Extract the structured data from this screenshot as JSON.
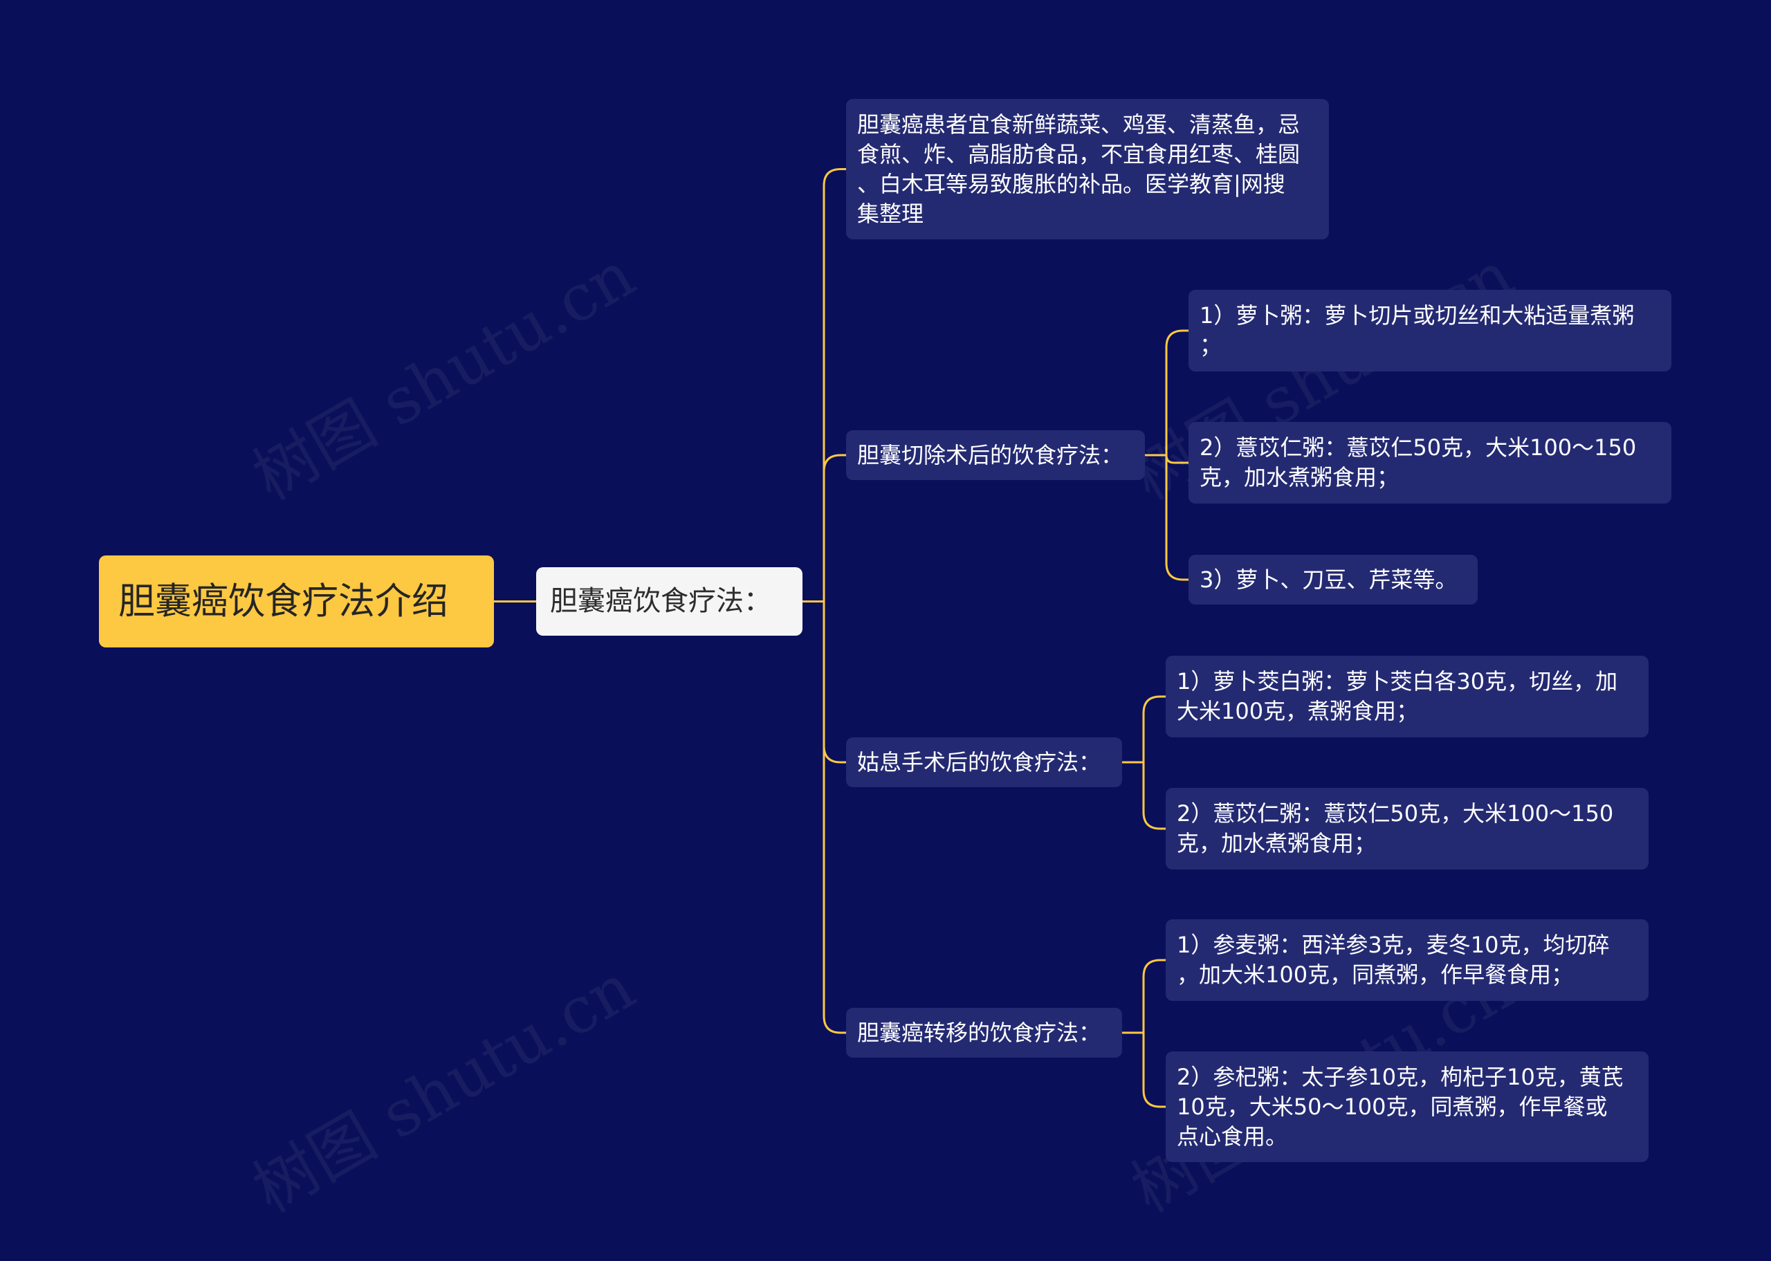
{
  "colors": {
    "background": "#0a0f59",
    "connector": "#fdc842",
    "root_fill": "#fdc842",
    "center_fill": "#f5f5f5",
    "leaf_fill": "#242a72"
  },
  "mindmap": {
    "root": "胆囊癌饮食疗法介绍",
    "center": "胆囊癌饮食疗法：",
    "branches": [
      {
        "text": "胆囊癌患者宜食新鲜蔬菜、鸡蛋、清蒸鱼，忌\n食煎、炸、高脂肪食品，不宜食用红枣、桂圆\n、白木耳等易致腹胀的补品。医学教育|网搜\n集整理",
        "children": []
      },
      {
        "text": "胆囊切除术后的饮食疗法：",
        "children": [
          "1）萝卜粥：萝卜切片或切丝和大粘适量煮粥\n；",
          "2）薏苡仁粥：薏苡仁50克，大米100～150\n克，加水煮粥食用；",
          "3）萝卜、刀豆、芹菜等。"
        ]
      },
      {
        "text": "姑息手术后的饮食疗法：",
        "children": [
          "1）萝卜茭白粥：萝卜茭白各30克，切丝，加\n大米100克，煮粥食用；",
          "2）薏苡仁粥：薏苡仁50克，大米100～150\n克，加水煮粥食用；"
        ]
      },
      {
        "text": "胆囊癌转移的饮食疗法：",
        "children": [
          "1）参麦粥：西洋参3克，麦冬10克，均切碎\n，加大米100克，同煮粥，作早餐食用；",
          "2）参杞粥：太子参10克，枸杞子10克，黄芪\n10克，大米50～100克，同煮粥，作早餐或\n点心食用。"
        ]
      }
    ]
  },
  "watermark": "树图 shutu.cn"
}
